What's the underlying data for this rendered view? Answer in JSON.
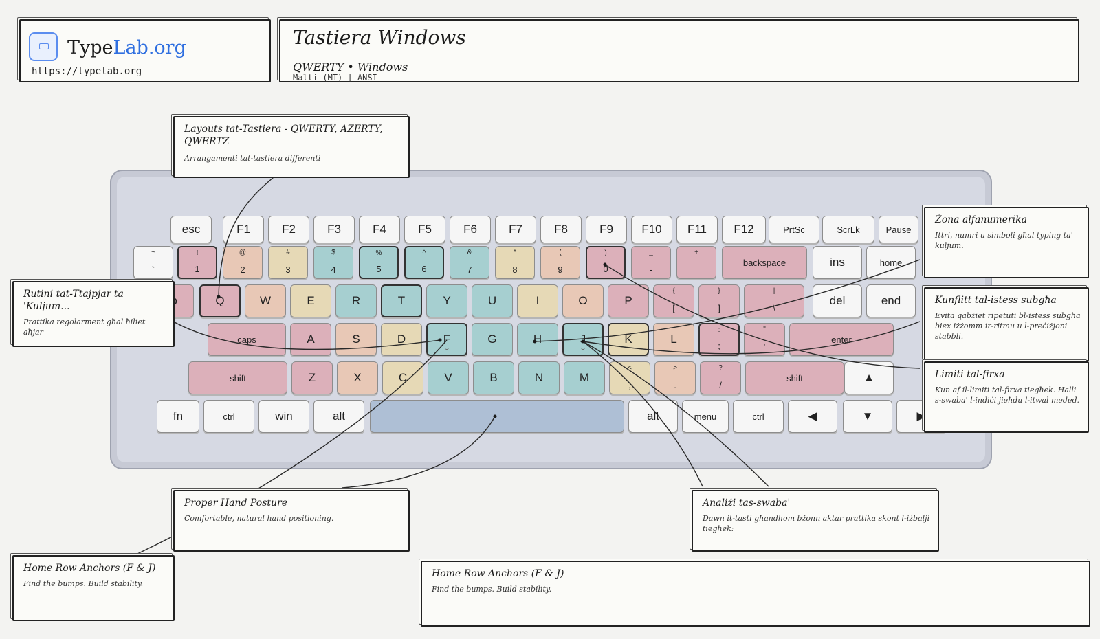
{
  "brand": {
    "name_a": "Type",
    "name_b": "Lab.org",
    "url": "https://typelab.org"
  },
  "header": {
    "title": "Tastiera Windows",
    "layout": "QWERTY",
    "separator": "•",
    "os": "Windows",
    "lang": "Malti (MT)",
    "divider": "|",
    "standard": "ANSI"
  },
  "colors": {
    "pinky": "#dcb0ba",
    "ring": "#e8c8b6",
    "middle": "#e6d9b6",
    "index_l": "#a6cfd0",
    "index_r": "#a6cfd0",
    "neutral": "#f6f6f6",
    "space": "#aebfd5",
    "keyboard": "#c7cad5"
  },
  "keyboard": {
    "rows": [
      [
        {
          "l": "esc",
          "c": "neutral"
        },
        {
          "l": "F1",
          "c": "neutral"
        },
        {
          "l": "F2",
          "c": "neutral"
        },
        {
          "l": "F3",
          "c": "neutral"
        },
        {
          "l": "F4",
          "c": "neutral"
        },
        {
          "l": "F5",
          "c": "neutral"
        },
        {
          "l": "F6",
          "c": "neutral"
        },
        {
          "l": "F7",
          "c": "neutral"
        },
        {
          "l": "F8",
          "c": "neutral"
        },
        {
          "l": "F9",
          "c": "neutral"
        },
        {
          "l": "F10",
          "c": "neutral"
        },
        {
          "l": "F11",
          "c": "neutral"
        },
        {
          "l": "F12",
          "c": "neutral"
        },
        {
          "l": "PrtSc",
          "c": "neutral"
        },
        {
          "l": "ScrLk",
          "c": "neutral"
        },
        {
          "l": "Pause",
          "c": "neutral"
        }
      ],
      [
        {
          "t": "~",
          "b": "`",
          "c": "neutral"
        },
        {
          "t": "!",
          "b": "1",
          "c": "pinky"
        },
        {
          "t": "@",
          "b": "2",
          "c": "ring"
        },
        {
          "t": "#",
          "b": "3",
          "c": "middle"
        },
        {
          "t": "$",
          "b": "4",
          "c": "index_l"
        },
        {
          "t": "%",
          "b": "5",
          "c": "index_l"
        },
        {
          "t": "^",
          "b": "6",
          "c": "index_l"
        },
        {
          "t": "&",
          "b": "7",
          "c": "index_r"
        },
        {
          "t": "*",
          "b": "8",
          "c": "middle"
        },
        {
          "t": "(",
          "b": "9",
          "c": "ring"
        },
        {
          "t": ")",
          "b": "0",
          "c": "pinky"
        },
        {
          "t": "_",
          "b": "-",
          "c": "pinky"
        },
        {
          "t": "+",
          "b": "=",
          "c": "pinky"
        },
        {
          "l": "backspace",
          "c": "pinky"
        },
        {
          "l": "ins",
          "c": "neutral"
        },
        {
          "l": "home",
          "c": "neutral"
        }
      ],
      [
        {
          "l": "tab",
          "c": "pinky"
        },
        {
          "l": "Q",
          "c": "pinky"
        },
        {
          "l": "W",
          "c": "ring"
        },
        {
          "l": "E",
          "c": "middle"
        },
        {
          "l": "R",
          "c": "index_l"
        },
        {
          "l": "T",
          "c": "index_l"
        },
        {
          "l": "Y",
          "c": "index_r"
        },
        {
          "l": "U",
          "c": "index_r"
        },
        {
          "l": "I",
          "c": "middle"
        },
        {
          "l": "O",
          "c": "ring"
        },
        {
          "l": "P",
          "c": "pinky"
        },
        {
          "t": "{",
          "b": "[",
          "c": "pinky"
        },
        {
          "t": "}",
          "b": "]",
          "c": "pinky"
        },
        {
          "t": "|",
          "b": "\\",
          "c": "pinky"
        },
        {
          "l": "del",
          "c": "neutral"
        },
        {
          "l": "end",
          "c": "neutral"
        }
      ],
      [
        {
          "l": "caps",
          "c": "pinky"
        },
        {
          "l": "A",
          "c": "pinky"
        },
        {
          "l": "S",
          "c": "ring"
        },
        {
          "l": "D",
          "c": "middle"
        },
        {
          "l": "F",
          "c": "index_l"
        },
        {
          "l": "G",
          "c": "index_l"
        },
        {
          "l": "H",
          "c": "index_r"
        },
        {
          "l": "J",
          "c": "index_r"
        },
        {
          "l": "K",
          "c": "middle"
        },
        {
          "l": "L",
          "c": "ring"
        },
        {
          "t": ":",
          "b": ";",
          "c": "pinky"
        },
        {
          "t": "\"",
          "b": "'",
          "c": "pinky"
        },
        {
          "l": "enter",
          "c": "pinky"
        }
      ],
      [
        {
          "l": "shift",
          "c": "pinky"
        },
        {
          "l": "Z",
          "c": "pinky"
        },
        {
          "l": "X",
          "c": "ring"
        },
        {
          "l": "C",
          "c": "middle"
        },
        {
          "l": "V",
          "c": "index_l"
        },
        {
          "l": "B",
          "c": "index_l"
        },
        {
          "l": "N",
          "c": "index_r"
        },
        {
          "l": "M",
          "c": "index_r"
        },
        {
          "t": "<",
          "b": ",",
          "c": "middle"
        },
        {
          "t": ">",
          "b": ".",
          "c": "ring"
        },
        {
          "t": "?",
          "b": "/",
          "c": "pinky"
        },
        {
          "l": "shift",
          "c": "pinky"
        },
        {
          "l": "▲",
          "c": "neutral"
        }
      ],
      [
        {
          "l": "fn",
          "c": "neutral"
        },
        {
          "l": "ctrl",
          "c": "neutral"
        },
        {
          "l": "win",
          "c": "neutral"
        },
        {
          "l": "alt",
          "c": "neutral"
        },
        {
          "l": "",
          "c": "space"
        },
        {
          "l": "alt",
          "c": "neutral"
        },
        {
          "l": "menu",
          "c": "neutral"
        },
        {
          "l": "ctrl",
          "c": "neutral"
        },
        {
          "l": "◀",
          "c": "neutral"
        },
        {
          "l": "▼",
          "c": "neutral"
        },
        {
          "l": "▶",
          "c": "neutral"
        }
      ]
    ]
  },
  "callouts": [
    {
      "title": "Layouts tat-Tastiera - QWERTY, AZERTY, QWERTZ",
      "desc": "Arrangamenti tat-tastiera differenti"
    },
    {
      "title": "Rutini tat-Ttajpjar ta 'Kuljum...",
      "desc": "Prattika regolarment għal ħiliet aħjar"
    },
    {
      "title": "Proper Hand Posture",
      "desc": "Comfortable, natural hand positioning."
    },
    {
      "title": "Home Row Anchors (F & J)",
      "desc": "Find the bumps. Build stability."
    },
    {
      "title": "Analiżi tas-swaba'",
      "desc": "Dawn it-tasti għandhom bżonn aktar prattika skont l-iżbalji tiegħek:"
    },
    {
      "title": "Home Row Anchors (F & J)",
      "desc": "Find the bumps. Build stability."
    },
    {
      "title": "Żona alfanumerika",
      "desc": "Ittri, numri u simboli għal typing ta' kuljum."
    },
    {
      "title": "Kunflitt tal-istess subgħa",
      "desc": "Evita qabżiet ripetuti bl-istess subgħa biex iżżomm ir-ritmu u l-preċiżjoni stabbli."
    },
    {
      "title": "Limiti tal-firxa",
      "desc": "Kun af il-limiti tal-firxa tiegħek. Ħalli s-swaba' l-indiċi jieħdu l-itwal meded."
    }
  ]
}
